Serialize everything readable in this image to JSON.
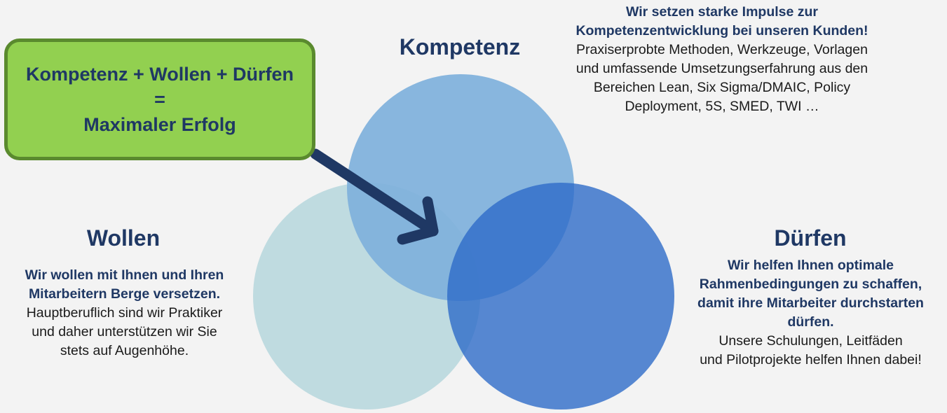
{
  "callout": {
    "line1": "Kompetenz + Wollen + Dürfen",
    "line2": "=",
    "line3": "Maximaler Erfolg"
  },
  "kompetenz": {
    "heading": "Kompetenz",
    "bold_lines": [
      "Wir setzen starke Impulse zur",
      "Kompetenzentwicklung bei unseren Kunden!"
    ],
    "body_lines": [
      "Praxiserprobte Methoden, Werkzeuge, Vorlagen",
      "und umfassende Umsetzungserfahrung aus den",
      "Bereichen Lean, Six Sigma/DMAIC, Policy",
      "Deployment, 5S, SMED, TWI …"
    ]
  },
  "wollen": {
    "heading": "Wollen",
    "bold_lines": [
      "Wir wollen mit Ihnen und Ihren",
      "Mitarbeitern Berge versetzen."
    ],
    "body_lines": [
      "Hauptberuflich sind wir Praktiker",
      "und daher unterstützen wir Sie",
      "stets auf Augenhöhe."
    ]
  },
  "duerfen": {
    "heading": "Dürfen",
    "bold_lines": [
      "Wir helfen Ihnen optimale",
      "Rahmenbedingungen zu schaffen,",
      "damit ihre Mitarbeiter durchstarten",
      "dürfen."
    ],
    "body_lines": [
      "Unsere Schulungen, Leitfäden",
      "und Pilotprojekte helfen Ihnen dabei!"
    ]
  },
  "colors": {
    "background": "#f3f3f3",
    "kompetenz_circle": "#7fb0dc",
    "wollen_circle": "#bfdbe0",
    "duerfen_circle": "#4a82d0",
    "heading_navy": "#1f3864",
    "callout_fill": "#92d050",
    "callout_border": "#5a8a2e",
    "arrow": "#1f3864"
  }
}
